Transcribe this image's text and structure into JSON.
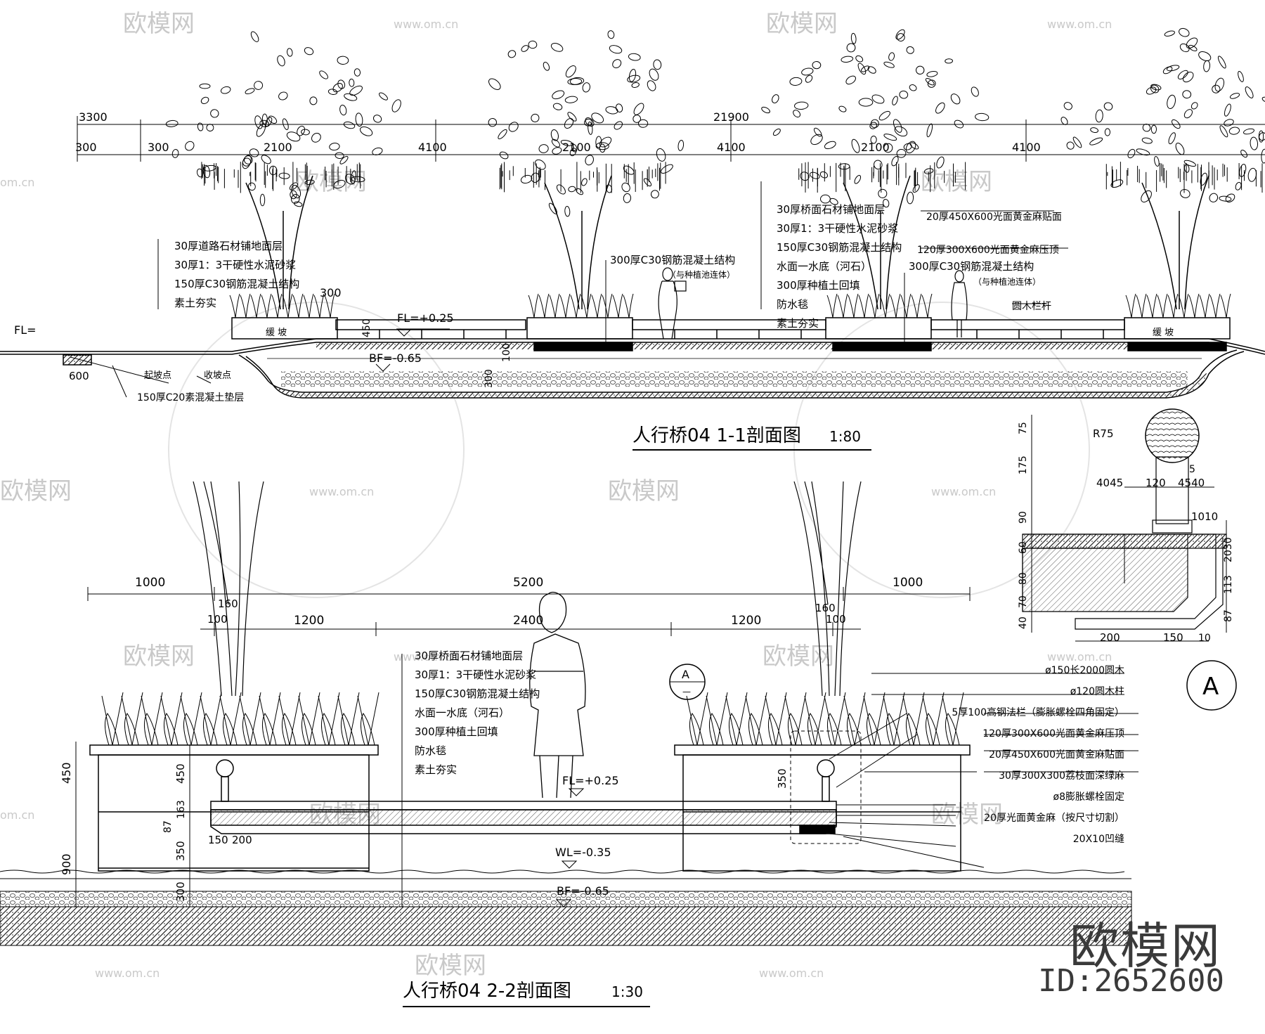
{
  "watermarks": {
    "logo": "欧模网",
    "url": "www.om.cn",
    "url_short": "om.cn"
  },
  "brand": {
    "logo": "欧模网",
    "id": "ID:2652600"
  },
  "section11": {
    "title": "人行桥04  1-1剖面图",
    "scale": "1:80",
    "dims": {
      "total": "21900",
      "left": "3300",
      "d300": "300",
      "d2100": "2100",
      "d4100": "4100",
      "d450": "450",
      "d100": "100",
      "d600": "600"
    },
    "levels": {
      "fl": "FL=+0.25",
      "bf": "BF=-0.65",
      "fl_left": "FL="
    },
    "left_notes": [
      "30厚道路石材铺地面层",
      "30厚1：3干硬性水泥砂浆",
      "150厚C30钢筋混凝土结构",
      "素土夯实"
    ],
    "mid_note": [
      "300厚C30钢筋混凝土结构",
      "（与种植池连体）"
    ],
    "right_notes": [
      "30厚桥面石材铺地面层",
      "30厚1：3干硬性水泥砂浆",
      "150厚C30钢筋混凝土结构",
      "水面一水底（河石）",
      "300厚种植土回填",
      "防水毯",
      "素土夯实"
    ],
    "far_right_notes": [
      "20厚450X600光面黄金麻贴面",
      "120厚300X600光面黄金麻压顶",
      "300厚C30钢筋混凝土结构",
      "（与种植池连体）",
      "圆木栏杆"
    ],
    "bottom_notes": {
      "start": "起坡点",
      "end": "收坡点",
      "pad": "150厚C20素混凝土垫层",
      "slope": "缓 坡"
    }
  },
  "section22": {
    "title": "人行桥04  2-2剖面图",
    "scale": "1:30",
    "dims": {
      "d1000": "1000",
      "d5200": "5200",
      "d1200": "1200",
      "d2400": "2400",
      "d100": "100",
      "d160": "160",
      "d450": "450",
      "d900": "900",
      "d163": "163",
      "d87": "87",
      "d350": "350",
      "d300": "300",
      "d150": "150",
      "d200": "200"
    },
    "levels": {
      "fl": "FL=+0.25",
      "wl": "WL=-0.35",
      "bf": "BF=-0.65"
    },
    "left_notes": [
      "30厚桥面石材铺地面层",
      "30厚1：3干硬性水泥砂浆",
      "150厚C30钢筋混凝土结构",
      "水面一水底（河石）",
      "300厚种植土回填",
      "防水毯",
      "素土夯实"
    ],
    "right_notes": [
      "ø150长2000圆木",
      "ø120圆木柱",
      "5厚100高钢法栏（膨胀螺栓四角固定）",
      "120厚300X600光面黄金麻压顶",
      "20厚450X600光面黄金麻贴面",
      "30厚300X300荔枝面深绿麻",
      "ø8膨胀螺栓固定",
      "20厚光面黄金麻（按尺寸切割）",
      "20X10凹缝"
    ],
    "callout": {
      "letter": "A",
      "sub": "—"
    }
  },
  "detailA": {
    "label": "A",
    "r": "R75",
    "dims": {
      "d75": "75",
      "d175": "175",
      "d90": "90",
      "d60": "60",
      "d80": "80",
      "d70": "70",
      "d40": "40",
      "d4045": "4045",
      "d120": "120",
      "d4540": "4540",
      "d1010": "1010",
      "d2030": "2030",
      "d113": "113",
      "d87": "87",
      "d200": "200",
      "d150": "150",
      "d10": "10",
      "d5": "5"
    }
  },
  "colors": {
    "ink": "#000000",
    "hatch": "#555555",
    "watermark": "#c9c9c9",
    "brand": "#3a3a3a"
  }
}
